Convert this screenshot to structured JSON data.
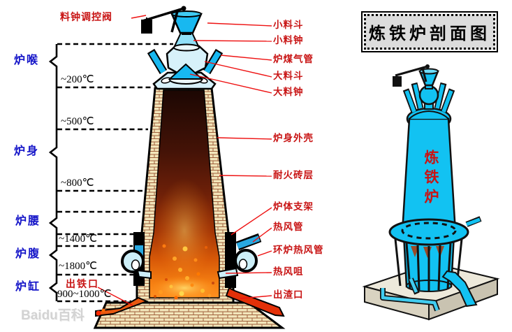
{
  "title": "炼铁炉剖面图",
  "watermark": "Baidu百科",
  "valve_label": "料钟调控阀",
  "zones": [
    "炉喉",
    "炉身",
    "炉腰",
    "炉腹",
    "炉缸"
  ],
  "temps": [
    "~200℃",
    "~500℃",
    "~800℃",
    "~1400℃",
    "~1800℃"
  ],
  "tap": {
    "label": "出铁口",
    "temp": "900~1000℃"
  },
  "parts": [
    "小料斗",
    "小料钟",
    "炉煤气管",
    "大料斗",
    "大料钟",
    "炉身外壳",
    "耐火砖层",
    "炉体支架",
    "热风管",
    "环炉热风管",
    "热风咀",
    "出渣口"
  ],
  "model_label": "炼铁炉",
  "colors": {
    "label_red": "#C81414",
    "zone_blue": "#1414C8",
    "leader_red": "#EE1111",
    "cyan": "#12BFF0",
    "pale_cyan": "#D7F1FA",
    "brick": "#F2E5BA",
    "brick_joint": "#A0603C",
    "molten_orange": "#FF7A00",
    "title_bg": "#DCDCDC",
    "platform_gray": "#EDE9DB"
  }
}
